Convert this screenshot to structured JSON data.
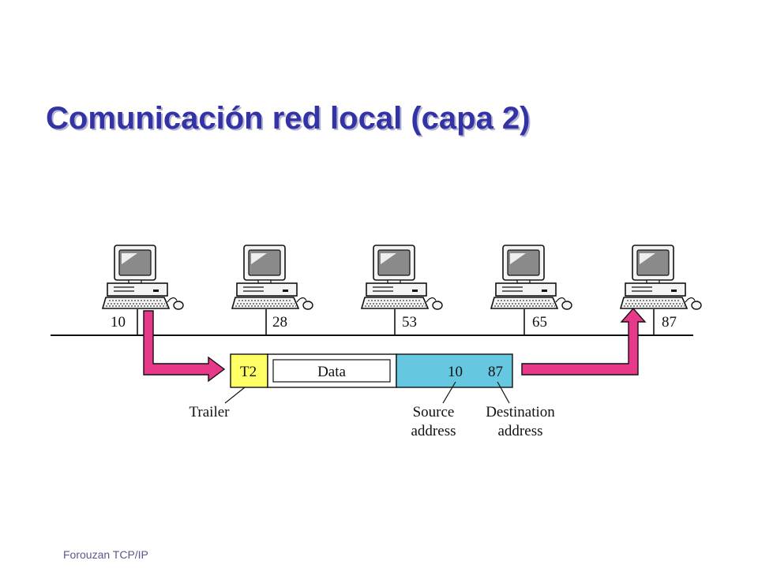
{
  "slide": {
    "title": "Comunicación red local (capa 2)",
    "footer": "Forouzan TCP/IP",
    "title_color": "#3333a6"
  },
  "diagram": {
    "stations": [
      {
        "address": "10",
        "role": "sender"
      },
      {
        "address": "28",
        "role": "station"
      },
      {
        "address": "53",
        "role": "station"
      },
      {
        "address": "65",
        "role": "station"
      },
      {
        "address": "87",
        "role": "receiver"
      }
    ],
    "frame": {
      "trailer": "T2",
      "data": "Data",
      "source_address": "10",
      "destination_address": "87"
    },
    "labels": {
      "trailer": "Trailer",
      "source": [
        "Source",
        "address"
      ],
      "destination": [
        "Destination",
        "address"
      ]
    },
    "colors": {
      "trailer_fill": "#ffff66",
      "header_fill": "#66c8e0",
      "arrow_fill": "#e8388a",
      "computer_icon": "computer-icon",
      "arrow_icon": "arrow-icon"
    }
  }
}
